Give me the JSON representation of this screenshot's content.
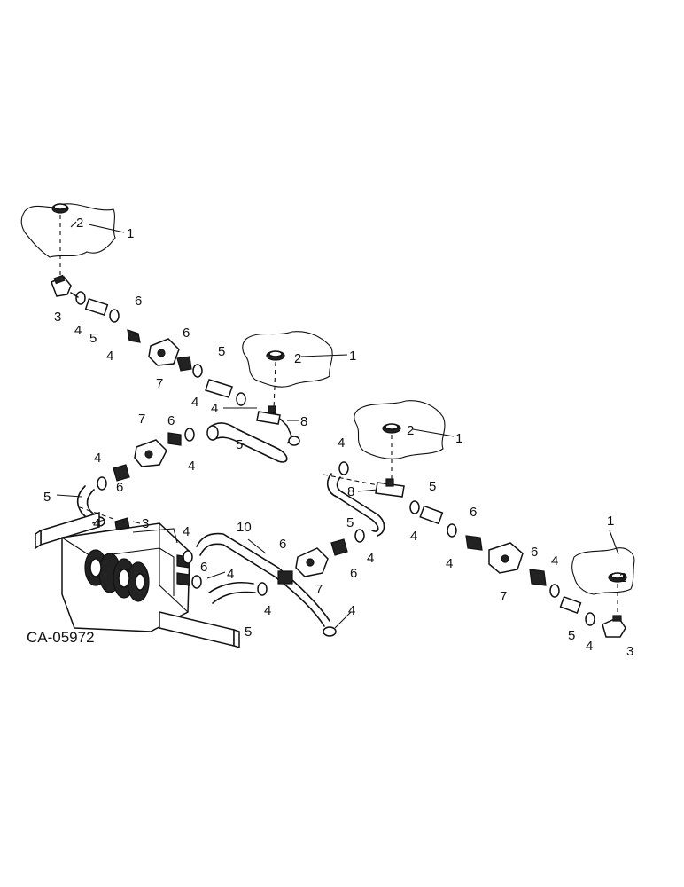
{
  "diagram": {
    "code": "CA-05972",
    "callouts": [
      "1",
      "2",
      "3",
      "4",
      "5",
      "6",
      "7",
      "8",
      "10"
    ]
  }
}
